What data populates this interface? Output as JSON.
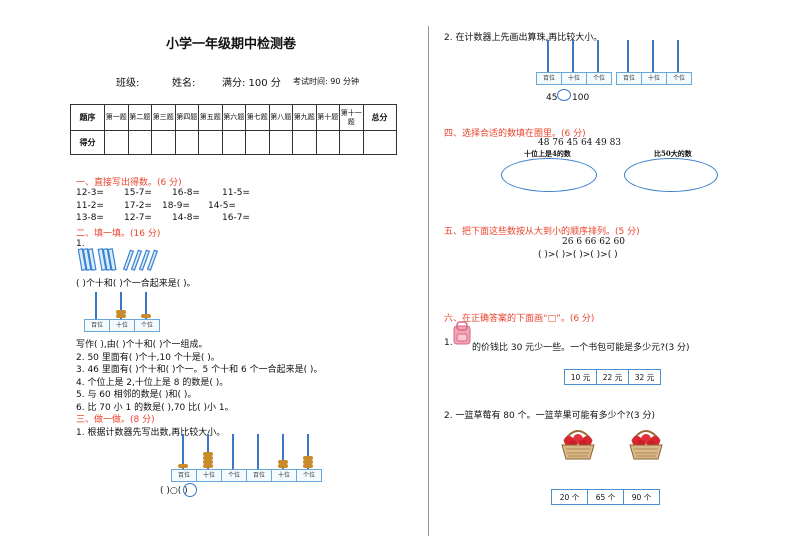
{
  "header": {
    "title": "小学一年级期中检测卷",
    "class_label": "班级:",
    "name_label": "姓名:",
    "score_label": "满分: 100 分",
    "time_label": "考试时间: 90 分钟"
  },
  "score_table": {
    "row1": [
      "题序",
      "第一题",
      "第二题",
      "第三题",
      "第四题",
      "第五题",
      "第六题",
      "第七题",
      "第八题",
      "第九题",
      "第十题",
      "第十一题",
      "总分"
    ],
    "row2_label": "得分"
  },
  "s1": {
    "title": "一、直接写出得数。(6 分)",
    "rows": [
      [
        "12-3=",
        "15-7=",
        "16-8=",
        "11-5="
      ],
      [
        "11-2=",
        "17-2=",
        "18-9=",
        "14-5="
      ],
      [
        "13-8=",
        "12-7=",
        "14-8=",
        "16-7="
      ]
    ]
  },
  "s2": {
    "title": "二、填一填。(16 分)",
    "q1_num": "1.",
    "q1_text": "(    )个十和(    )个一合起来是(    )。",
    "q1b": "写作(      ),由(      )个十和(      )个一组成。",
    "q2": "2. 50 里面有(      )个十,10 个十是(      )。",
    "q3": "3. 46 里面有(      )个十和(      )个一。5 个十和 6 个一合起来是(      )。",
    "q4": "4. 个位上是 2,十位上是 8 的数是(      )。",
    "q5": "5. 与 60 相邻的数是(      )和(      )。",
    "q6": "6. 比 70 小 1 的数是(      ),70 比(      )小 1。"
  },
  "s3": {
    "title": "三、做一做。(8 分)",
    "q1": "1. 根据计数器先写出数,再比较大小。",
    "compare": "(      )○(      )"
  },
  "abacus_labels": [
    "百位",
    "十位",
    "个位"
  ],
  "r2": {
    "text": "2. 在计数器上先画出算珠,再比较大小。",
    "compare_left": "45",
    "compare_right": "100"
  },
  "s4": {
    "title": "四、选择合适的数填在圈里。(6 分)",
    "numbers": "48    76    45    64    49    83",
    "left_label": "十位上是4的数",
    "right_label": "比50大的数"
  },
  "s5": {
    "title": "五、把下面这些数按从大到小的顺序排列。(5 分)",
    "numbers": "26    6    66    62    60",
    "blanks": "(    )>(    )>(    )>(    )>(    )"
  },
  "s6": {
    "title": "六、在正确答案的下面画“□”。(6 分)",
    "q1_num": "1.",
    "q1_text": "的价钱比 30 元少一些。一个书包可能是多少元?(3 分)",
    "q1_options": [
      "10 元",
      "22 元",
      "32 元"
    ],
    "q2": "2. 一篮草莓有 80 个。一篮苹果可能有多少个?(3 分)",
    "q2_options": [
      "20 个",
      "65 个",
      "90 个"
    ]
  }
}
